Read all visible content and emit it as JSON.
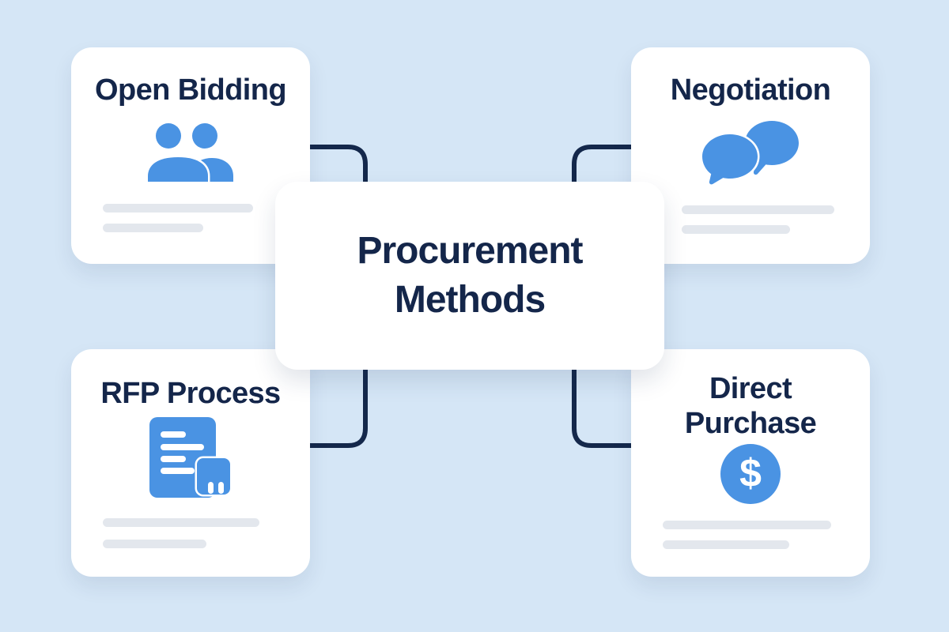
{
  "diagram": {
    "center": {
      "title": "Procurement Methods"
    },
    "cards": [
      {
        "label": "Open Bidding",
        "icon": "people-icon"
      },
      {
        "label": "Negotiation",
        "icon": "chat-bubbles-icon"
      },
      {
        "label": "RFP Process",
        "icon": "document-icon"
      },
      {
        "label": "Direct Purchase",
        "icon": "dollar-circle-icon",
        "symbol": "$"
      }
    ]
  },
  "colors": {
    "background": "#d5e6f6",
    "card": "#ffffff",
    "navy": "#14264a",
    "connector": "#14284b",
    "accent": "#4a93e3",
    "placeholder": "#e3e7ed"
  }
}
